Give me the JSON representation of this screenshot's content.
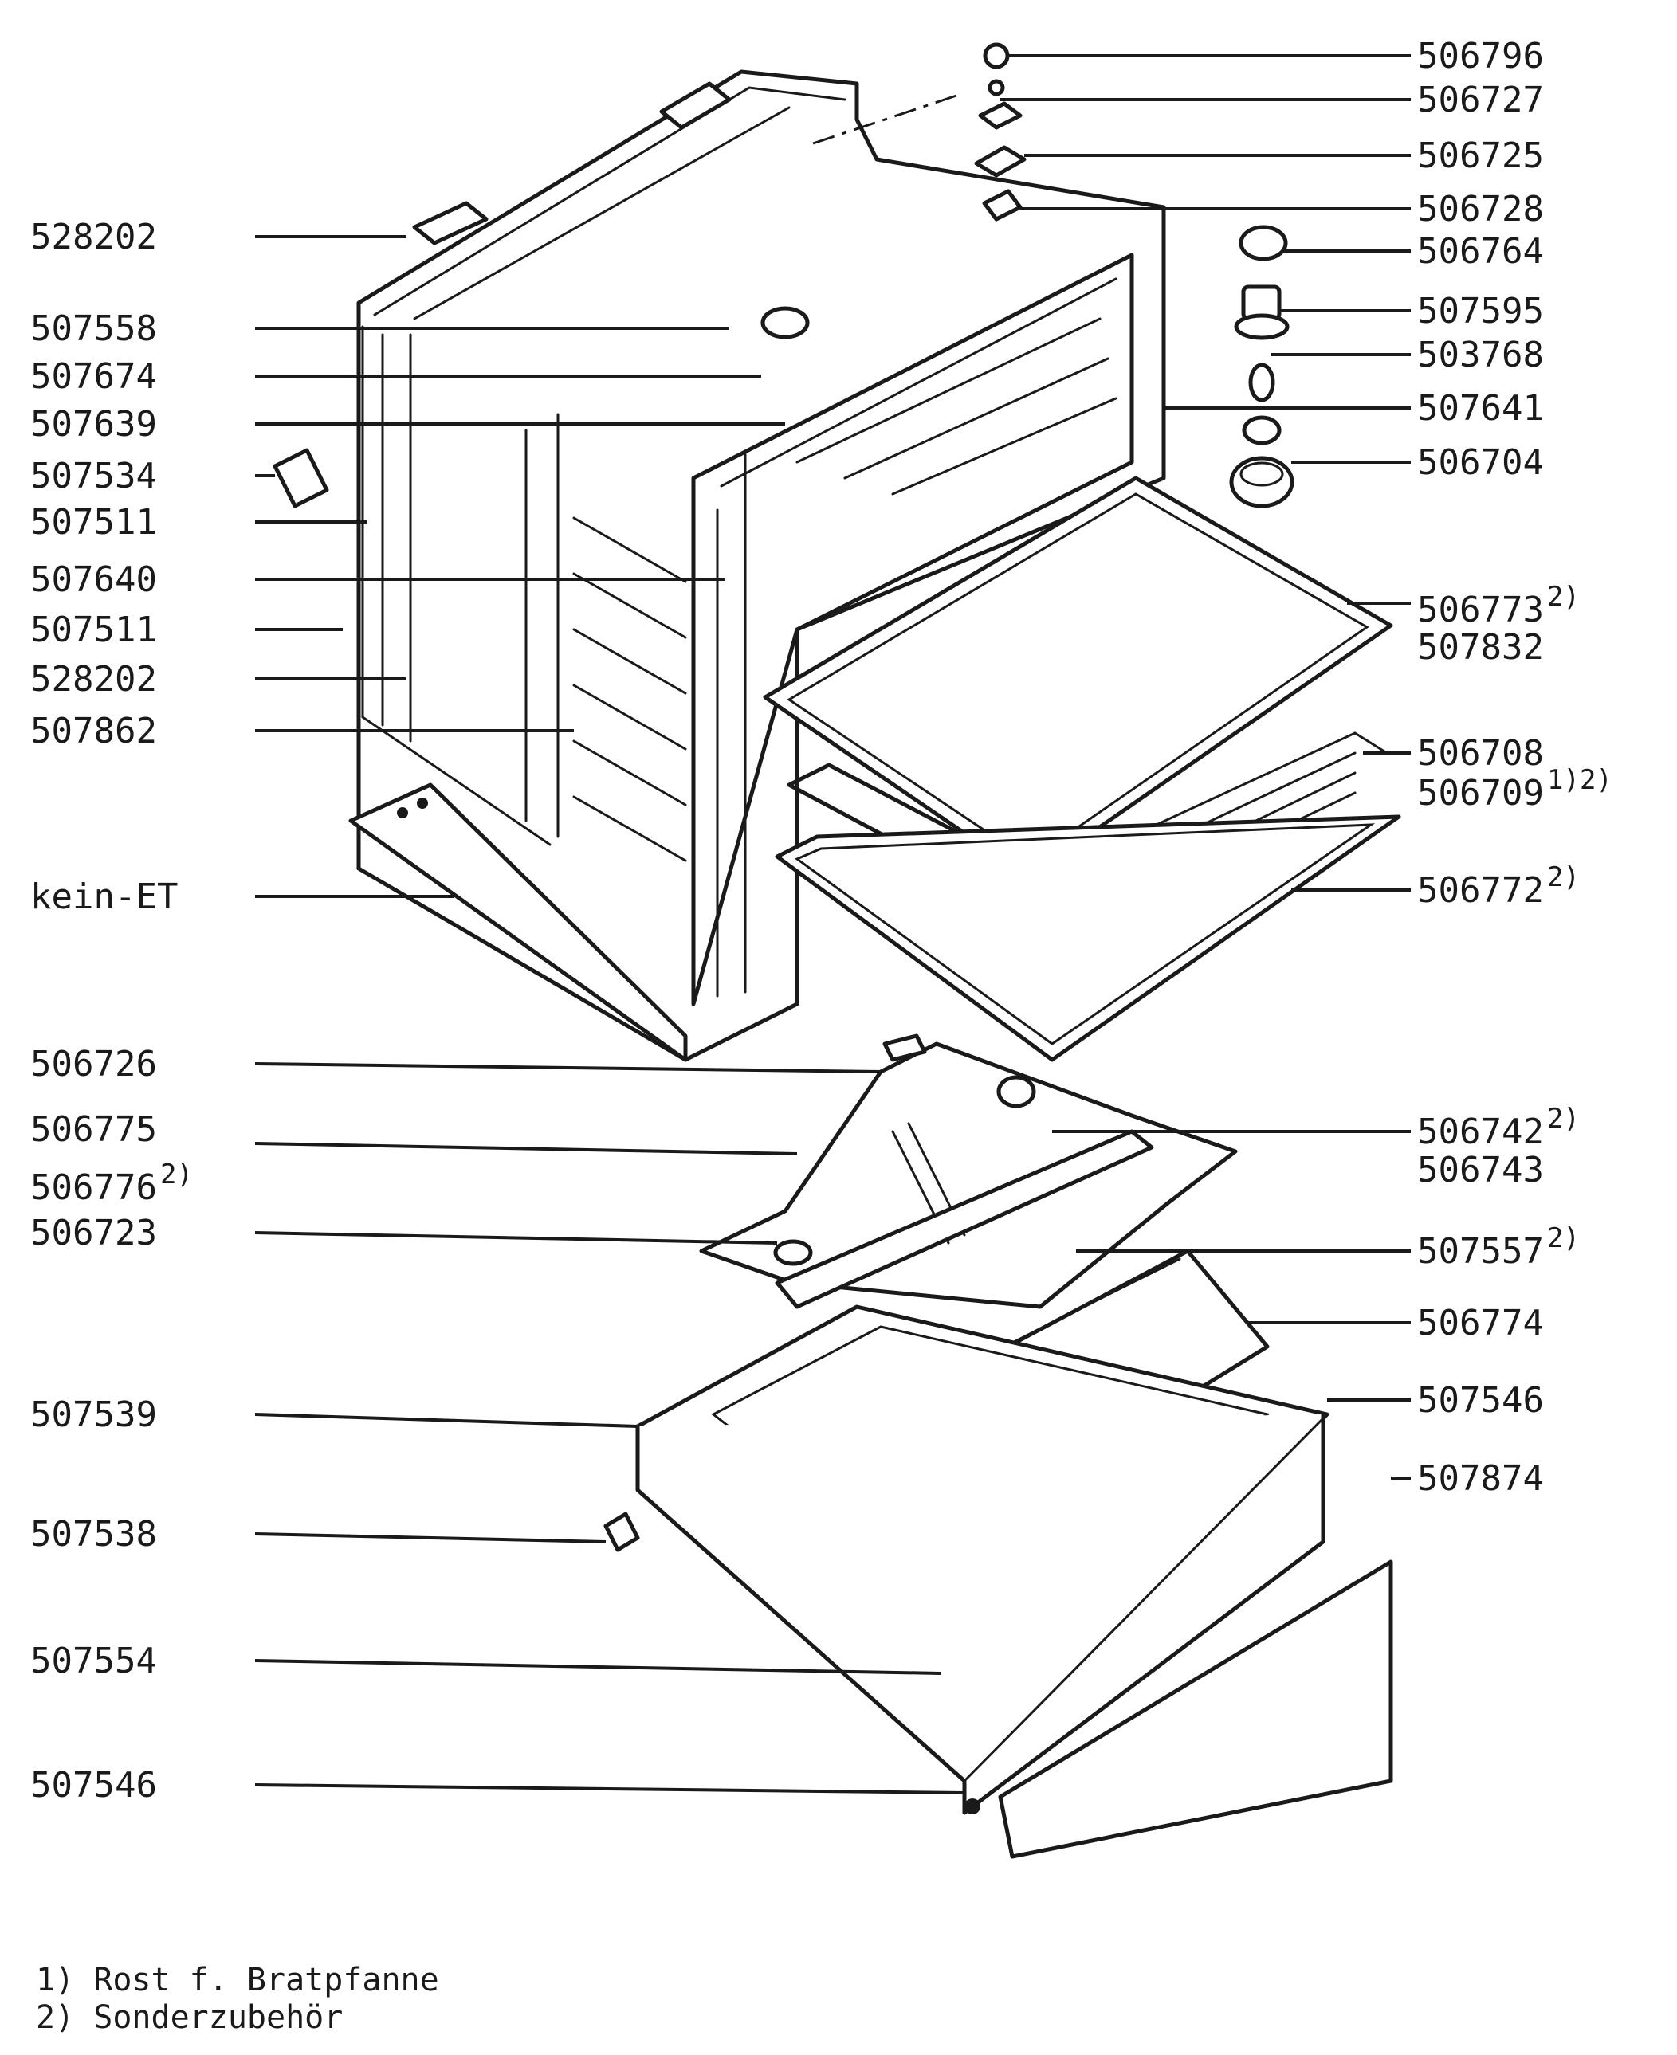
{
  "labels_left": [
    {
      "part": "528202",
      "sup": ""
    },
    {
      "part": "507558",
      "sup": ""
    },
    {
      "part": "507674",
      "sup": ""
    },
    {
      "part": "507639",
      "sup": ""
    },
    {
      "part": "507534",
      "sup": ""
    },
    {
      "part": "507511",
      "sup": ""
    },
    {
      "part": "507640",
      "sup": ""
    },
    {
      "part": "507511",
      "sup": ""
    },
    {
      "part": "528202",
      "sup": ""
    },
    {
      "part": "507862",
      "sup": ""
    },
    {
      "part": "kein-ET",
      "sup": ""
    },
    {
      "part": "506726",
      "sup": ""
    },
    {
      "part": "506775",
      "sup": ""
    },
    {
      "part": "506776",
      "sup": "2)"
    },
    {
      "part": "506723",
      "sup": ""
    },
    {
      "part": "507539",
      "sup": ""
    },
    {
      "part": "507538",
      "sup": ""
    },
    {
      "part": "507554",
      "sup": ""
    },
    {
      "part": "507546",
      "sup": ""
    }
  ],
  "labels_right": [
    {
      "part": "506796",
      "sup": ""
    },
    {
      "part": "506727",
      "sup": ""
    },
    {
      "part": "506725",
      "sup": ""
    },
    {
      "part": "506728",
      "sup": ""
    },
    {
      "part": "506764",
      "sup": ""
    },
    {
      "part": "507595",
      "sup": ""
    },
    {
      "part": "503768",
      "sup": ""
    },
    {
      "part": "507641",
      "sup": ""
    },
    {
      "part": "506704",
      "sup": ""
    },
    {
      "part": "506773",
      "sup": "2)"
    },
    {
      "part": "507832",
      "sup": ""
    },
    {
      "part": "506708",
      "sup": ""
    },
    {
      "part": "506709",
      "sup": "1)2)"
    },
    {
      "part": "506772",
      "sup": "2)"
    },
    {
      "part": "506742",
      "sup": "2)"
    },
    {
      "part": "506743",
      "sup": ""
    },
    {
      "part": "507557",
      "sup": "2)"
    },
    {
      "part": "506774",
      "sup": ""
    },
    {
      "part": "507546",
      "sup": ""
    },
    {
      "part": "507874",
      "sup": ""
    }
  ],
  "footnotes": [
    "1) Rost f. Bratpfanne",
    "2) Sonderzubehör"
  ]
}
